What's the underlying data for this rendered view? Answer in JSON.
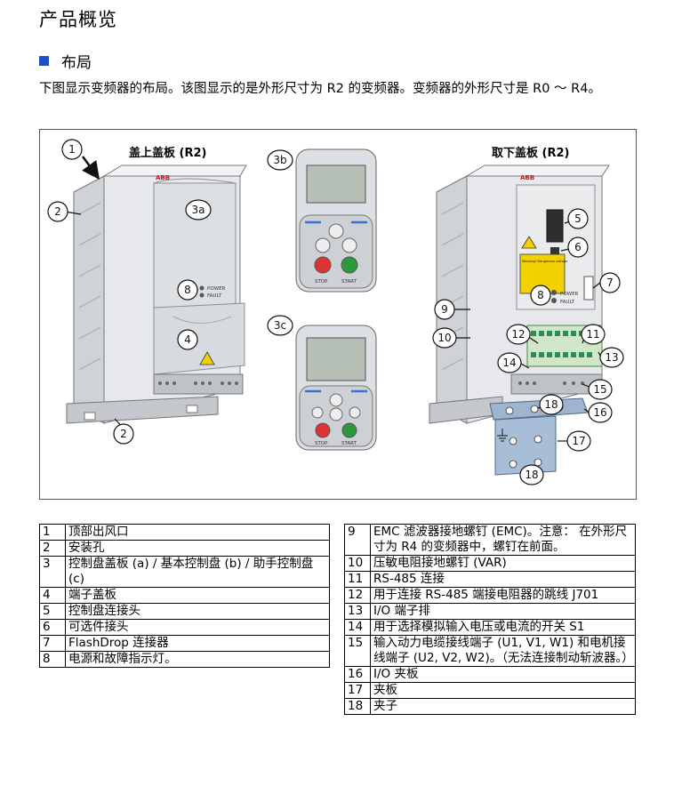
{
  "page": {
    "title": "产品概览",
    "section": "布局",
    "intro": "下图显示变频器的布局。该图显示的是外形尺寸为 R2 的变频器。变频器的外形尺寸是 R0 ～ R4。"
  },
  "figure": {
    "caption_left": "盖上盖板 (R2)",
    "caption_right": "取下盖板 (R2)",
    "brand": "ABB",
    "callouts": {
      "c1": "1",
      "c2a": "2",
      "c2b": "2",
      "c3a": "3a",
      "c3b": "3b",
      "c3c": "3c",
      "c4": "4",
      "c5": "5",
      "c6": "6",
      "c7": "7",
      "c8a": "8",
      "c8b": "8",
      "c9": "9",
      "c10": "10",
      "c11": "11",
      "c12": "12",
      "c13": "13",
      "c14": "14",
      "c15": "15",
      "c16": "16",
      "c17": "17",
      "c18a": "18",
      "c18b": "18"
    },
    "led_labels": {
      "power": "POWER",
      "fault": "FAULT"
    },
    "keypad": {
      "stop": "STOP",
      "start": "START"
    },
    "warning_label": "Warning! Dangerous voltage"
  },
  "legend_left": [
    {
      "num": "1",
      "text": "顶部出风口"
    },
    {
      "num": "2",
      "text": "安装孔"
    },
    {
      "num": "3",
      "text": "控制盘盖板 (a) / 基本控制盘 (b) / 助手控制盘 (c)"
    },
    {
      "num": "4",
      "text": "端子盖板"
    },
    {
      "num": "5",
      "text": "控制盘连接头"
    },
    {
      "num": "6",
      "text": "可选件接头"
    },
    {
      "num": "7",
      "text": "FlashDrop 连接器"
    },
    {
      "num": "8",
      "text": "电源和故障指示灯。"
    }
  ],
  "legend_right": [
    {
      "num": "9",
      "text": "EMC 滤波器接地螺钉 (EMC)。注意： 在外形尺寸为 R4 的变频器中，螺钉在前面。"
    },
    {
      "num": "10",
      "text": "压敏电阻接地螺钉 (VAR)"
    },
    {
      "num": "11",
      "text": "RS-485 连接"
    },
    {
      "num": "12",
      "text": "用于连接 RS-485 端接电阻器的跳线 J701"
    },
    {
      "num": "13",
      "text": "I/O 端子排"
    },
    {
      "num": "14",
      "text": "用于选择模拟输入电压或电流的开关 S1"
    },
    {
      "num": "15",
      "text": "输入动力电缆接线端子 (U1, V1, W1) 和电机接线端子 (U2, V2, W2)。（无法连接制动斩波器。）"
    },
    {
      "num": "16",
      "text": "I/O 夹板"
    },
    {
      "num": "17",
      "text": "夹板"
    },
    {
      "num": "18",
      "text": "夹子"
    }
  ]
}
